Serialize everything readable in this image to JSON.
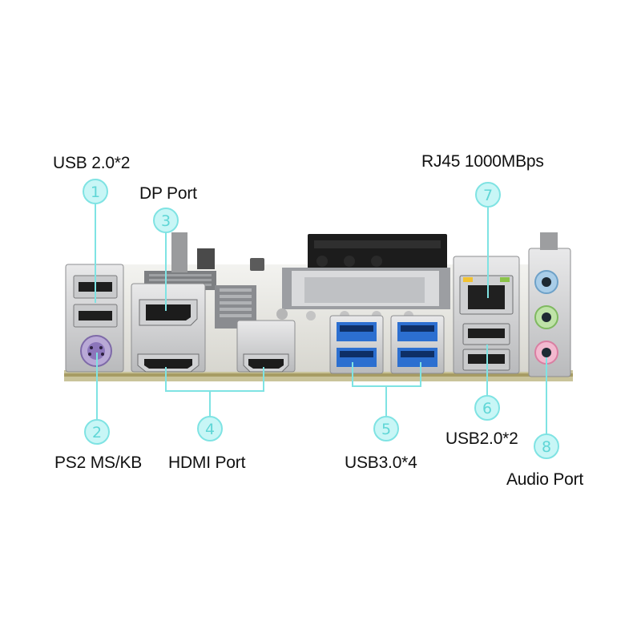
{
  "colors": {
    "accent": "#7fe3e3",
    "badge_fill": "#c8f6f6",
    "badge_text": "#5fd6d6",
    "label_text": "#111111"
  },
  "callouts": [
    {
      "number": "1",
      "label": "USB 2.0*2"
    },
    {
      "number": "2",
      "label": "PS2 MS/KB"
    },
    {
      "number": "3",
      "label": "DP Port"
    },
    {
      "number": "4",
      "label": "HDMI Port"
    },
    {
      "number": "5",
      "label": "USB3.0*4"
    },
    {
      "number": "6",
      "label": "USB2.0*2"
    },
    {
      "number": "7",
      "label": "RJ45 1000MBps"
    },
    {
      "number": "8",
      "label": "Audio Port"
    }
  ]
}
